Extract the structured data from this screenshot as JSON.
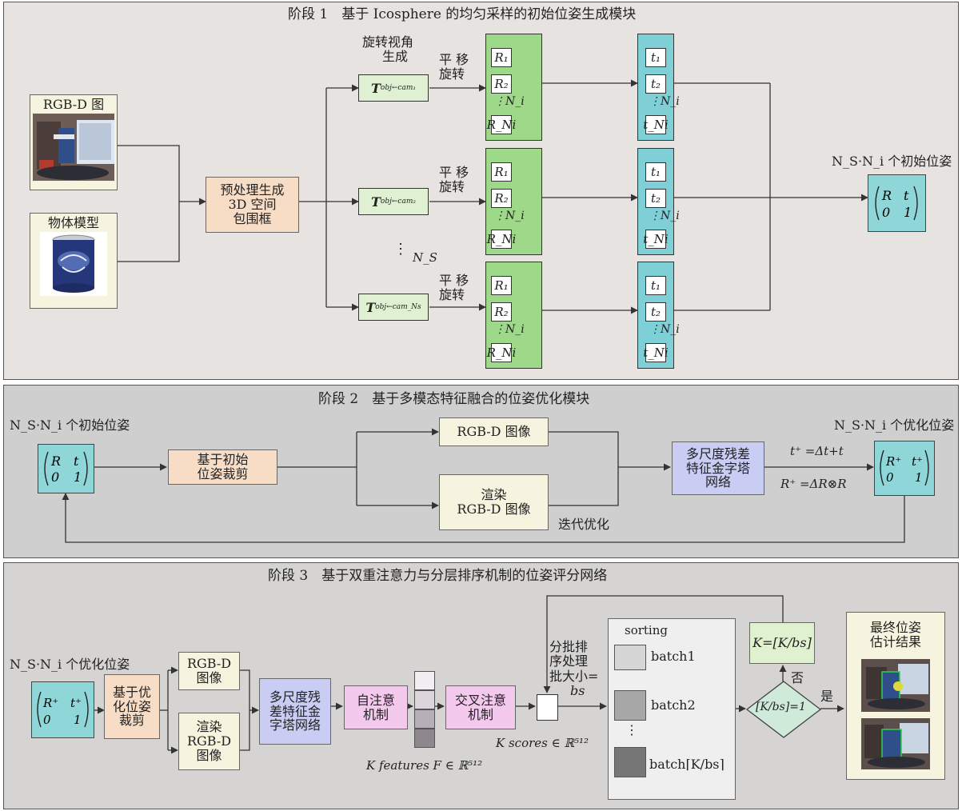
{
  "stage1": {
    "title": "阶段 1　基于 Icosphere 的均匀采样的初始位姿生成模块",
    "rgbd_label": "RGB-D 图",
    "model_label": "物体模型",
    "preprocess": [
      "预处理生成",
      "3D 空间",
      "包围框"
    ],
    "rot_view": [
      "旋转视角",
      "生成"
    ],
    "translate_rotate": [
      "平 移",
      "旋转"
    ],
    "transforms": [
      "obj←cam₁",
      "obj←cam₂",
      "obj←cam_Ns"
    ],
    "T_letter": "T",
    "R_cells": [
      "R₁",
      "R₂",
      "R_Ni"
    ],
    "t_cells": [
      "t₁",
      "t₂",
      "t_Ni"
    ],
    "Ni": "N_i",
    "Ns": "N_S",
    "output_label": "N_S·N_i 个初始位姿"
  },
  "stage2": {
    "title": "阶段 2　基于多模态特征融合的位姿优化模块",
    "input_label": "N_S·N_i 个初始位姿",
    "crop": [
      "基于初始",
      "位姿裁剪"
    ],
    "rgbd_image": "RGB-D 图像",
    "render": [
      "渲染",
      "RGB-D 图像"
    ],
    "iterate": "迭代优化",
    "pyramid": [
      "多尺度残差",
      "特征金字塔",
      "网络"
    ],
    "eq_t": "t⁺ =Δt+t",
    "eq_R": "R⁺ =ΔR⊗R",
    "output_label": "N_S·N_i 个优化位姿"
  },
  "stage3": {
    "title": "阶段 3　基于双重注意力与分层排序机制的位姿评分网络",
    "input_label": "N_S·N_i 个优化位姿",
    "crop": [
      "基于优",
      "化位姿",
      "裁剪"
    ],
    "rgbd": [
      "RGB-D",
      "图像"
    ],
    "render": [
      "渲染",
      "RGB-D",
      "图像"
    ],
    "pyramid": [
      "多尺度残",
      "差特征金",
      "字塔网络"
    ],
    "self_attn": [
      "自注意",
      "机制"
    ],
    "cross_attn": [
      "交叉注意",
      "机制"
    ],
    "features": "K features F ∈ ℝ⁵¹²",
    "scores": "K scores ∈ ℝ⁵¹²",
    "batch_text": [
      "分批排",
      "序处理",
      "批大小=",
      "bs"
    ],
    "sorting": "sorting",
    "batches": [
      "batch1",
      "batch2",
      "batch⌈K/bs⌉"
    ],
    "loop_formula": "K=[K/bs]",
    "decision": "[K/bs]=1",
    "no": "否",
    "yes": "是",
    "final": [
      "最终位姿",
      "估计结果"
    ]
  },
  "colors": {
    "stage1_bg": "#e7e3e1",
    "stage2_bg": "#cfcfcf",
    "stage3_bg": "#d5d4d3",
    "green_column": "#9ed889",
    "cyan_column": "#7fcfd6",
    "peach": "#f7dcc6",
    "blue": "#c9cdf3",
    "pink": "#f4c9ee"
  }
}
